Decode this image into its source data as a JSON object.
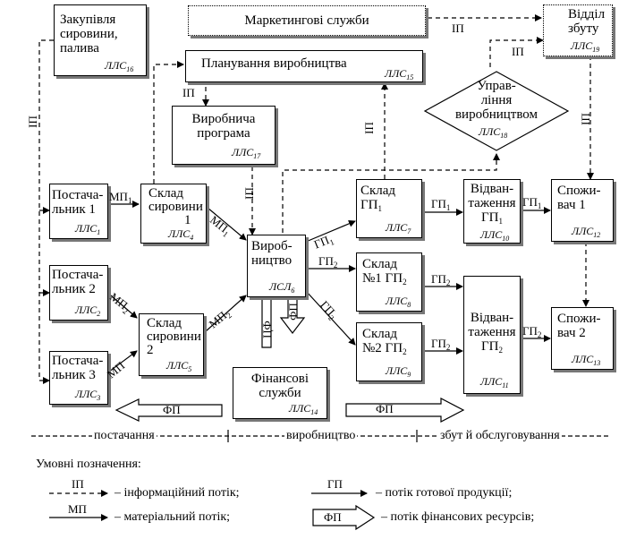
{
  "nodes": {
    "procurement": {
      "label_lines": [
        "Закупівля",
        "сировини,",
        "палива"
      ],
      "code": "ЛЛС",
      "code_sub": "16"
    },
    "marketing": {
      "label": "Маркетингові служби"
    },
    "sales_dept": {
      "label_lines": [
        "Відділ",
        "збуту"
      ],
      "code": "ЛЛС",
      "code_sub": "19"
    },
    "planning": {
      "label": "Планування виробництва",
      "code": "ЛЛС",
      "code_sub": "15"
    },
    "prod_mgmt": {
      "label_lines": [
        "Управ-",
        "ління",
        "виробництвом"
      ],
      "code": "ЛЛС",
      "code_sub": "18"
    },
    "prod_program": {
      "label_lines": [
        "Виробнича",
        "програма"
      ],
      "code": "ЛЛС",
      "code_sub": "17"
    },
    "supplier1": {
      "label_lines": [
        "Постача-",
        "льник 1"
      ],
      "code": "ЛЛС",
      "code_sub": "1"
    },
    "supplier2": {
      "label_lines": [
        "Постача-",
        "льник 2"
      ],
      "code": "ЛЛС",
      "code_sub": "2"
    },
    "supplier3": {
      "label_lines": [
        "Постача-",
        "льник 3"
      ],
      "code": "ЛЛС",
      "code_sub": "3"
    },
    "raw_store1": {
      "label_lines": [
        "Склад",
        "сировини",
        "1"
      ],
      "code": "ЛЛС",
      "code_sub": "4"
    },
    "raw_store2": {
      "label_lines": [
        "Склад",
        "сировини",
        "2"
      ],
      "code": "ЛЛС",
      "code_sub": "5"
    },
    "production": {
      "label_lines": [
        "Вироб-",
        "ництво"
      ],
      "code": "ЛСЛ",
      "code_sub": "6"
    },
    "finance": {
      "label_lines": [
        "Фінансові",
        "служби"
      ],
      "code": "ЛЛС",
      "code_sub": "14"
    },
    "gp_store1": {
      "label_lines": [
        "Склад",
        "ГП"
      ],
      "label_sub": "1",
      "code": "ЛЛС",
      "code_sub": "7"
    },
    "gp_store2": {
      "label_lines": [
        "Склад",
        "№1 ГП"
      ],
      "label_sub": "2",
      "code": "ЛЛС",
      "code_sub": "8"
    },
    "gp_store3": {
      "label_lines": [
        "Склад",
        "№2 ГП"
      ],
      "label_sub": "2",
      "code": "ЛЛС",
      "code_sub": "9"
    },
    "shipment1": {
      "label_lines": [
        "Відван-",
        "таження",
        "ГП"
      ],
      "label_sub": "1",
      "code": "ЛЛС",
      "code_sub": "10"
    },
    "shipment2": {
      "label_lines": [
        "Відван-",
        "таження",
        "ГП"
      ],
      "label_sub": "2",
      "code": "ЛЛС",
      "code_sub": "11"
    },
    "consumer1": {
      "label_lines": [
        "Спожи-",
        "вач 1"
      ],
      "code": "ЛЛС",
      "code_sub": "12"
    },
    "consumer2": {
      "label_lines": [
        "Спожи-",
        "вач 2"
      ],
      "code": "ЛЛС",
      "code_sub": "13"
    }
  },
  "flow_labels": {
    "info": "ІП",
    "material": "МП",
    "finished": "ГП",
    "financial": "ФП",
    "cash": "ЦФ",
    "sub1": "1",
    "sub2": "2"
  },
  "phases": {
    "supply": "постачання",
    "production": "виробництво",
    "sales": "збут й обслуговування"
  },
  "legend": {
    "title": "Умовні позначення:",
    "info_symbol": "ІП",
    "info_text": "– інформаційний потік;",
    "material_symbol": "МП",
    "material_text": "– матеріальний потік;",
    "finished_symbol": "ГП",
    "finished_text": "– потік готової продукції;",
    "financial_symbol": "ФП",
    "financial_text": "– потік фінансових ресурсів;"
  }
}
